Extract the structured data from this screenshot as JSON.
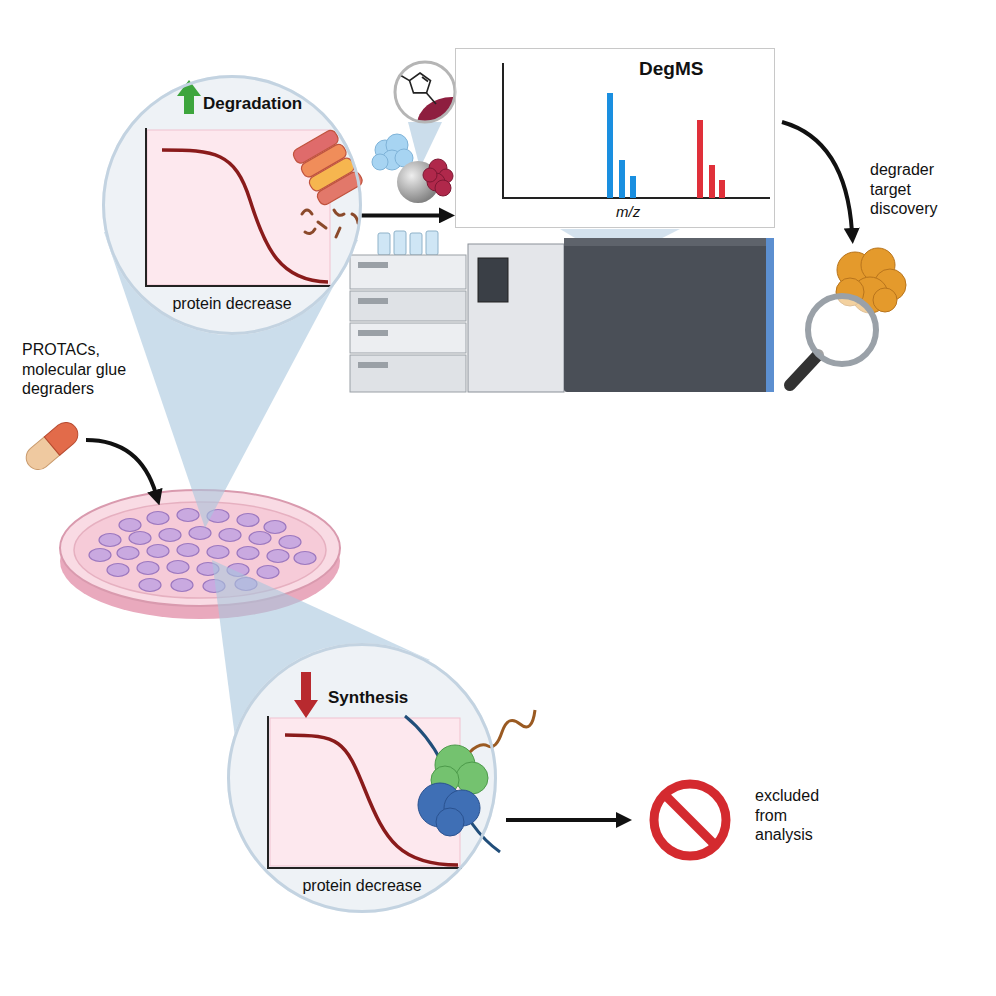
{
  "diagram": {
    "nodes": [
      {
        "text": [
          "Degradation",
          "protein decrease"
        ]
      },
      {
        "text": [
          "DegMS",
          "m/z"
        ]
      },
      {
        "text": [
          "Synthesis",
          "protein decrease"
        ]
      }
    ],
    "edges": [
      {
        "from": 0,
        "to": 1,
        "arrow": "to"
      }
    ],
    "labels": [
      "degrader target discovery",
      "PROTACs, molecular glue degraders",
      "excluded from analysis"
    ]
  }
}
